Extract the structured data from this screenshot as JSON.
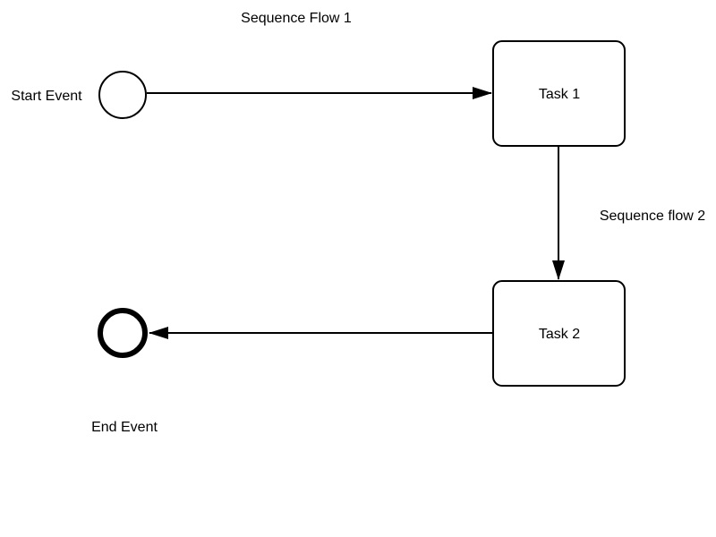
{
  "diagram": {
    "start_event": {
      "label": "Start Event"
    },
    "end_event": {
      "label": "End Event"
    },
    "task_1": {
      "label": "Task 1"
    },
    "task_2": {
      "label": "Task 2"
    },
    "flow_1": {
      "label": "Sequence Flow 1"
    },
    "flow_2": {
      "label": "Sequence flow 2"
    }
  },
  "colors": {
    "stroke": "#000000",
    "fill": "#ffffff"
  }
}
